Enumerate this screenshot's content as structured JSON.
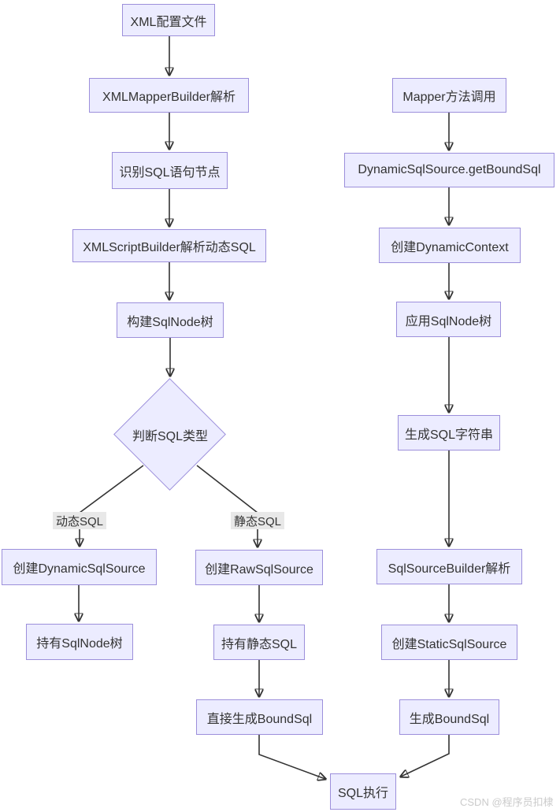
{
  "diagram": {
    "type": "flowchart",
    "nodes": {
      "xml_config": "XML配置文件",
      "xml_mapper_builder": "XMLMapperBuilder解析",
      "identify_sql_node": "识别SQL语句节点",
      "xml_script_builder": "XMLScriptBuilder解析动态SQL",
      "build_sqlnode_tree": "构建SqlNode树",
      "judge_sql_type": "判断SQL类型",
      "create_dynamic_sqlsource": "创建DynamicSqlSource",
      "hold_sqlnode_tree": "持有SqlNode树",
      "create_raw_sqlsource": "创建RawSqlSource",
      "hold_static_sql": "持有静态SQL",
      "direct_gen_boundsql": "直接生成BoundSql",
      "mapper_call": "Mapper方法调用",
      "dynamic_get_boundsql": "DynamicSqlSource.getBoundSql",
      "create_dynamic_context": "创建DynamicContext",
      "apply_sqlnode_tree": "应用SqlNode树",
      "gen_sql_string": "生成SQL字符串",
      "sqlsource_builder": "SqlSourceBuilder解析",
      "create_static_sqlsource": "创建StaticSqlSource",
      "gen_boundsql": "生成BoundSql",
      "sql_exec": "SQL执行"
    },
    "edge_labels": {
      "dynamic": "动态SQL",
      "static": "静态SQL"
    },
    "colors": {
      "node_fill": "#ECECFF",
      "node_border": "#9C8FDB",
      "edge": "#333333",
      "edge_label_bg": "#E8E8E8",
      "text": "#333333",
      "watermark": "#CBCBCB"
    }
  },
  "watermark": "CSDN @程序员扣棣"
}
